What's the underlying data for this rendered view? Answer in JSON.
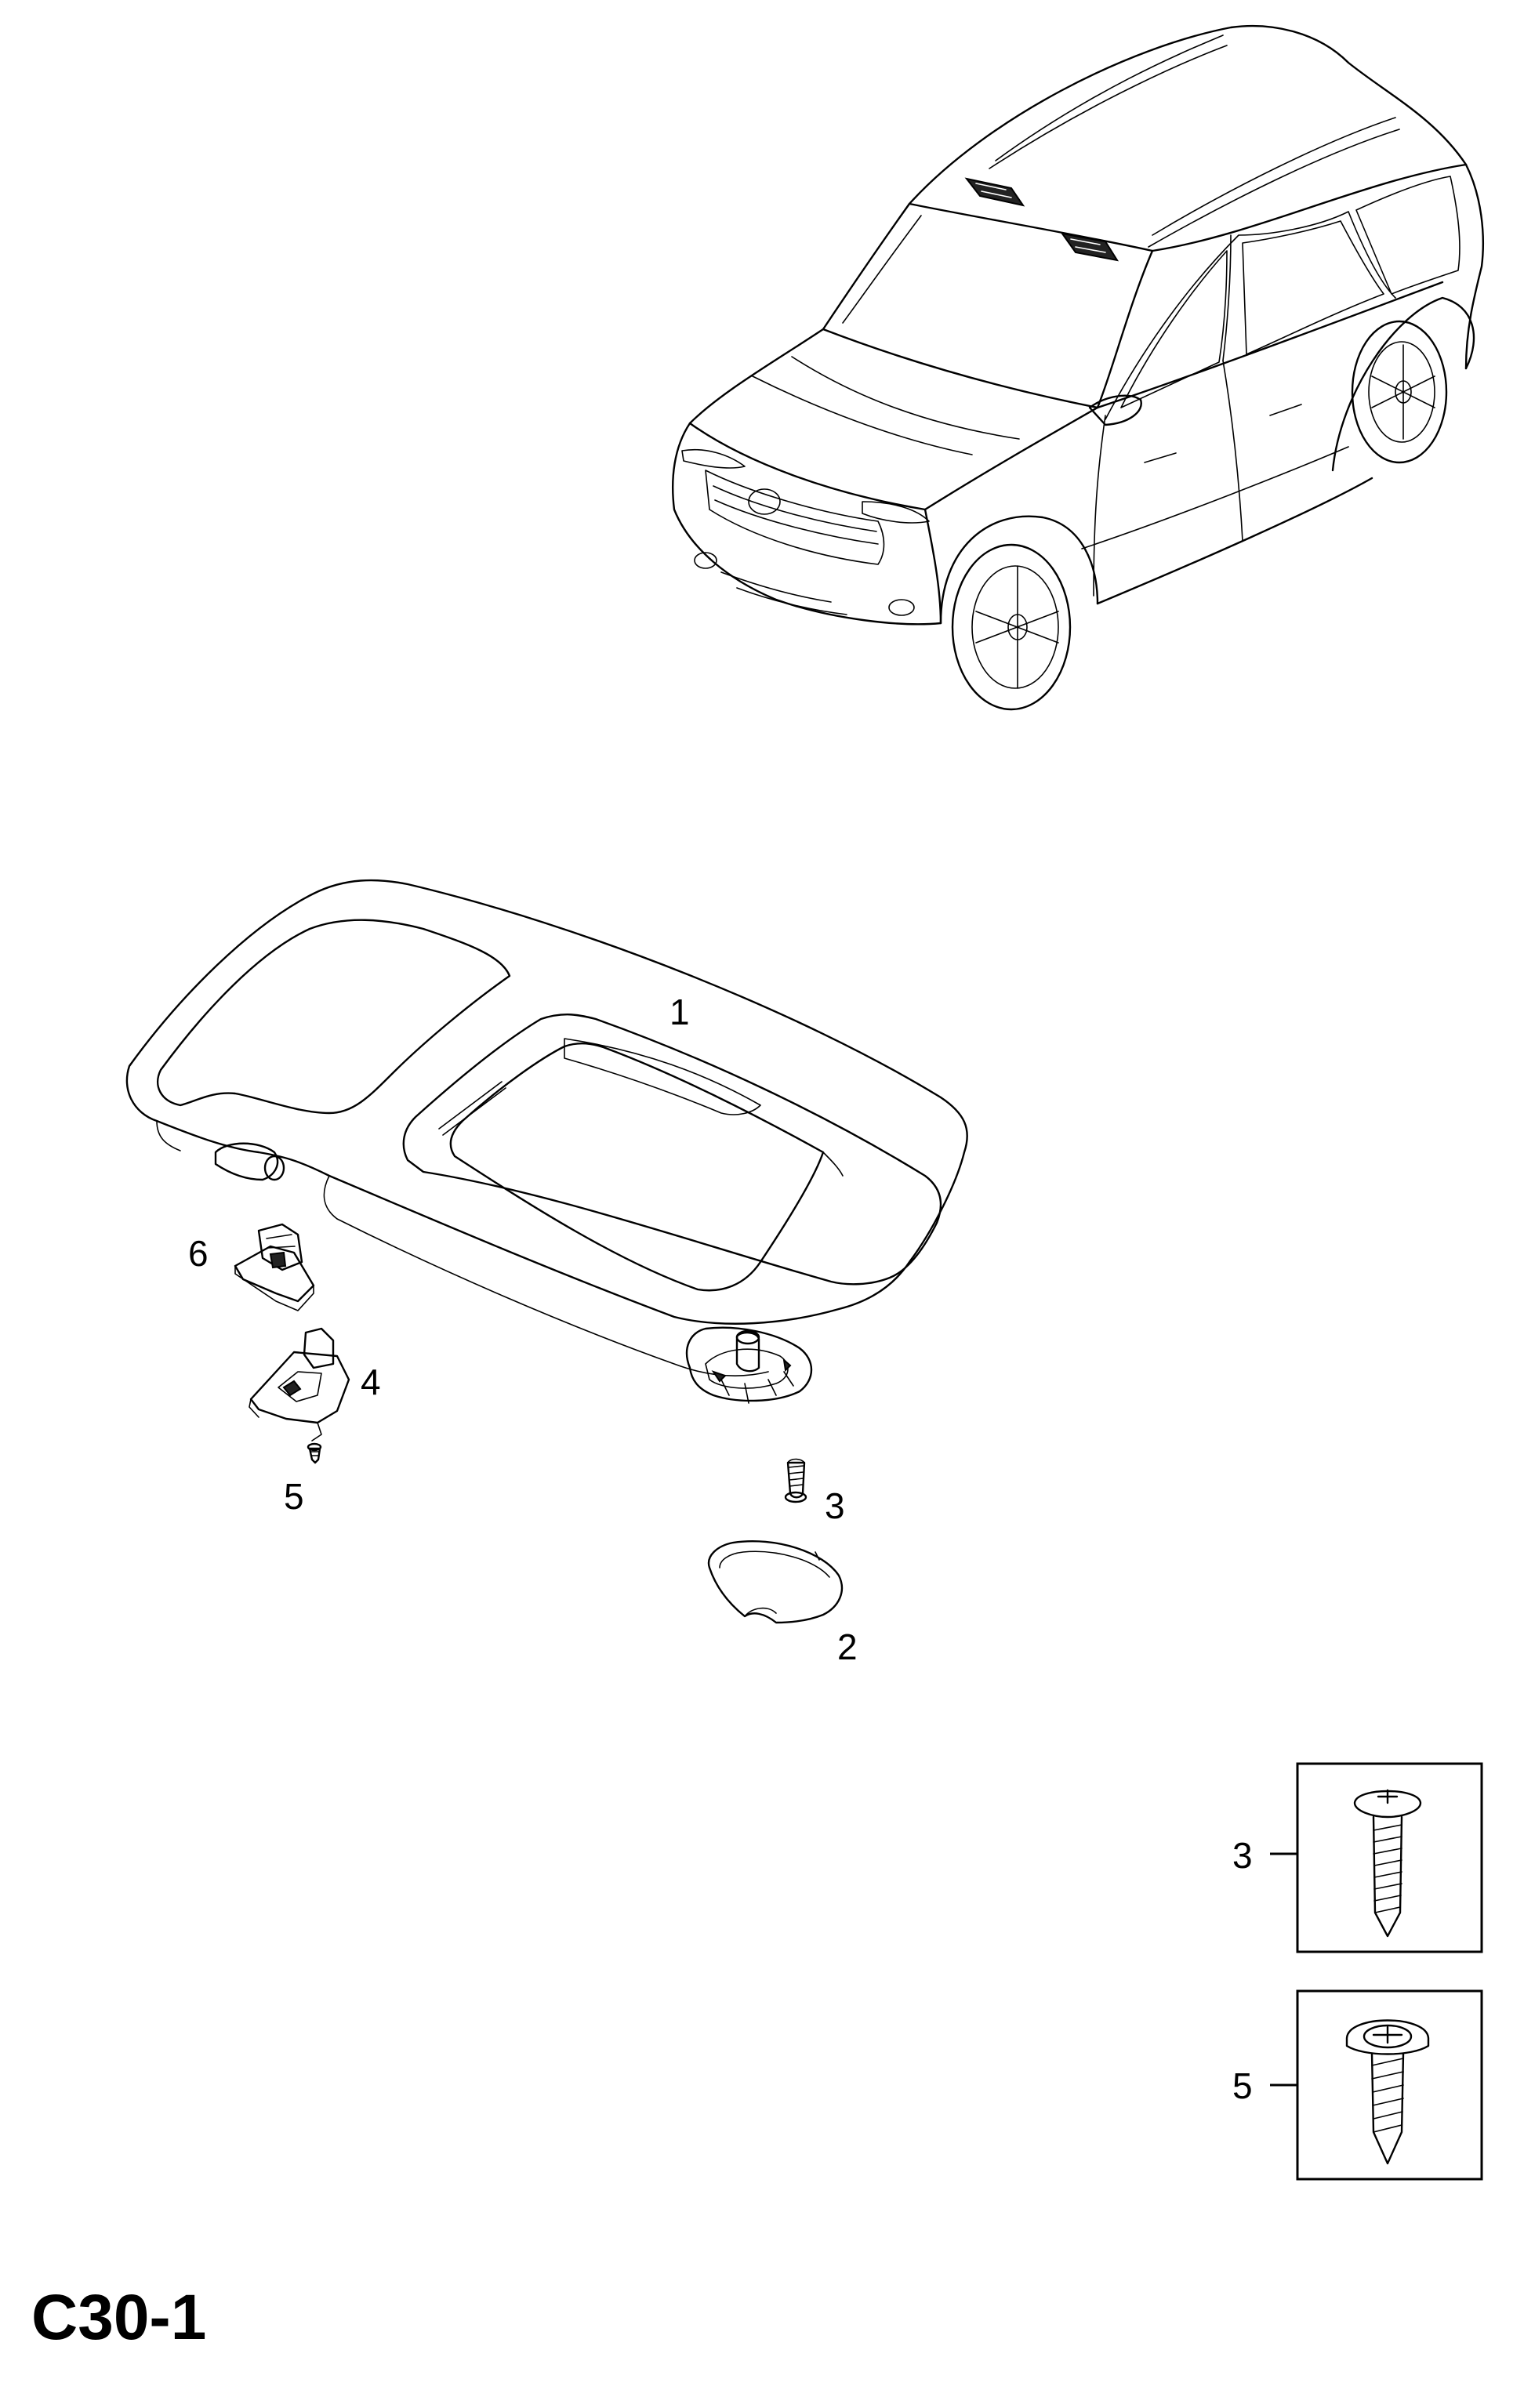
{
  "diagram": {
    "page_code": "C30-1",
    "callouts": {
      "sun_visor": "1",
      "pivot_cover": "2",
      "screw_main": "3",
      "retainer_clip": "4",
      "screw_clip": "5",
      "hinge_clip": "6"
    },
    "detail_boxes": [
      {
        "label": "3"
      },
      {
        "label": "5"
      }
    ]
  }
}
